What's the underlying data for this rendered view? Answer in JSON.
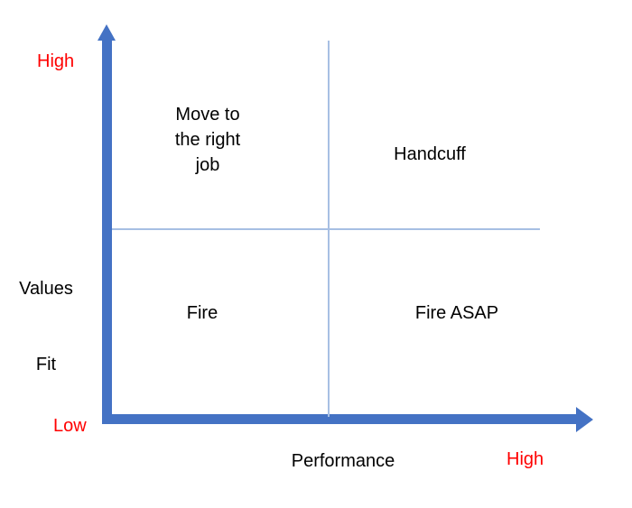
{
  "chart_data": {
    "type": "scatter",
    "title": "",
    "subtitle": "",
    "xlabel": "Performance",
    "ylabel": "Values Fit",
    "x_tick_labels": [
      "Low",
      "High"
    ],
    "y_tick_labels": [
      "Low",
      "High"
    ],
    "grid": true,
    "legend": "none",
    "quadrants": [
      {
        "id": "top-left",
        "x": "low",
        "y": "high",
        "label": "Move to the right job"
      },
      {
        "id": "top-right",
        "x": "high",
        "y": "high",
        "label": "Handcuff"
      },
      {
        "id": "bottom-left",
        "x": "low",
        "y": "low",
        "label": "Fire"
      },
      {
        "id": "bottom-right",
        "x": "high",
        "y": "low",
        "label": "Fire ASAP"
      }
    ],
    "values": [],
    "categories": []
  },
  "axes": {
    "y": {
      "name": "Values Fit",
      "label_line1": "Values",
      "label_line2": "Fit",
      "label": "Values\nFit",
      "high_label": "High",
      "low_label": "Low",
      "arrow": "up-arrow"
    },
    "x": {
      "name": "Performance",
      "label": "Performance",
      "high_label": "High",
      "arrow": "right-arrow"
    }
  },
  "quadrant_labels": {
    "top_left": "Move to\nthe right\njob",
    "top_left_lines": [
      "Move to",
      "the right",
      "job"
    ],
    "top_right": "Handcuff",
    "bottom_left": "Fire",
    "bottom_right": "Fire ASAP"
  },
  "colors": {
    "axis_blue": "#4472C4",
    "gridline_blue": "#A7BFE3",
    "emphasis_red": "#FF0000",
    "text_black": "#000000",
    "background": "#FFFFFF"
  }
}
